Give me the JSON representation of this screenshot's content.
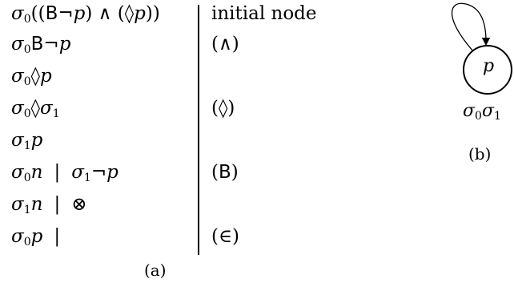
{
  "table": {
    "rows": [
      {
        "sub": "0",
        "formula": "((B¬p) ∧ (◊p))",
        "justification": "initial node"
      },
      {
        "sub": "0",
        "formula": "B¬p",
        "justification": "(∧)"
      },
      {
        "sub": "0",
        "formula": "◊p",
        "justification": ""
      },
      {
        "sub": "0",
        "formula": "◊σ₁",
        "justification": "(◊)"
      },
      {
        "sub": "1",
        "formula": "p",
        "justification": ""
      },
      {
        "sub": "0",
        "formula": "n",
        "extra": "σ₁¬p",
        "justification": "(B)"
      },
      {
        "sub": "1",
        "formula": "n",
        "extra": "⊗",
        "justification": ""
      },
      {
        "sub": "0",
        "formula": "p",
        "extra": "",
        "justification": "(∈)"
      }
    ],
    "sigma": "σ",
    "separator": "|"
  },
  "captions": {
    "a": "(a)",
    "b": "(b)"
  },
  "graph": {
    "node_label": "p",
    "state_label": "σ₀σ₁"
  }
}
